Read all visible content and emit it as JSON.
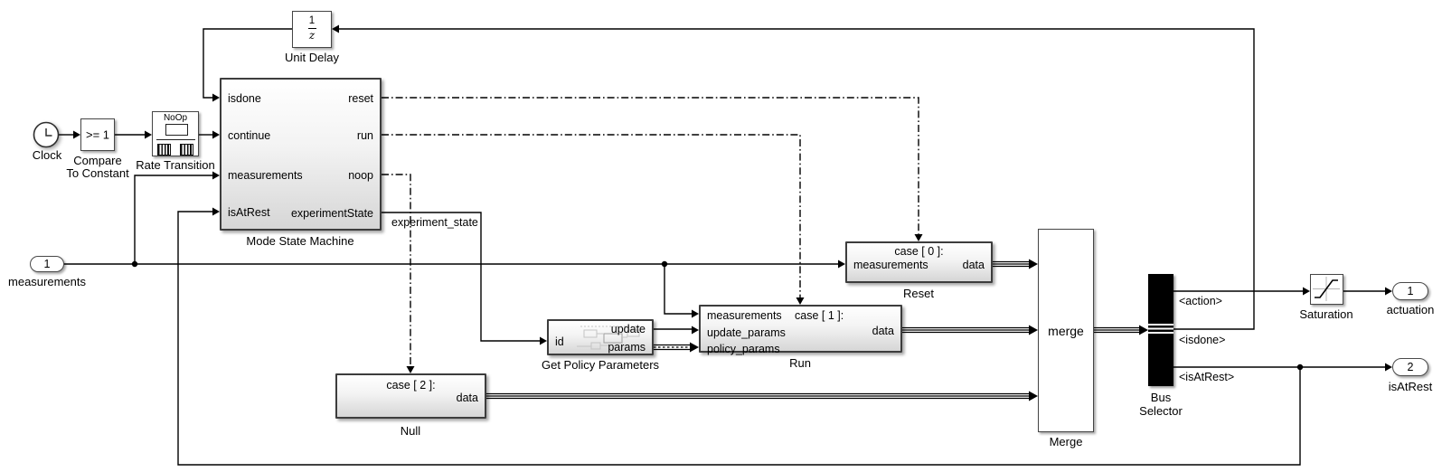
{
  "blocks": {
    "clock": {
      "label": "Clock"
    },
    "compare_to_constant": {
      "label_line1": "Compare",
      "label_line2": "To Constant",
      "operator": ">= 1"
    },
    "rate_transition": {
      "label": "Rate Transition",
      "mode": "NoOp"
    },
    "unit_delay": {
      "label": "Unit Delay",
      "numerator": "1",
      "denominator": "z"
    },
    "mode_state_machine": {
      "label": "Mode State Machine",
      "inputs": [
        "isdone",
        "continue",
        "measurements",
        "isAtRest"
      ],
      "outputs": [
        "reset",
        "run",
        "noop",
        "experimentState"
      ]
    },
    "reset_subsystem": {
      "label": "Reset",
      "case_label": "case [ 0 ]:",
      "input": "measurements",
      "output": "data"
    },
    "get_policy_parameters": {
      "label": "Get Policy Parameters",
      "input": "id",
      "output_update": "update",
      "output_params": "params"
    },
    "run_subsystem": {
      "label": "Run",
      "case_label": "case [ 1 ]:",
      "input_measurements": "measurements",
      "input_update_params": "update_params",
      "input_policy_params": "policy_params",
      "output": "data"
    },
    "null_subsystem": {
      "label": "Null",
      "case_label": "case [ 2 ]:",
      "output": "data"
    },
    "merge": {
      "label": "Merge",
      "text": "merge"
    },
    "bus_selector": {
      "label_line1": "Bus",
      "label_line2": "Selector",
      "outputs": [
        "<action>",
        "<isdone>",
        "<isAtRest>"
      ]
    },
    "saturation": {
      "label": "Saturation"
    }
  },
  "ports": {
    "measurements_in": {
      "number": "1",
      "label": "measurements"
    },
    "actuation_out": {
      "number": "1",
      "label": "actuation"
    },
    "isatrest_out": {
      "number": "2",
      "label": "isAtRest"
    }
  },
  "signal_labels": {
    "experiment_state": "experiment_state"
  },
  "colors": {
    "wire": "#000000",
    "block_border": "#3d3d3d",
    "canvas": "#ffffff",
    "bus_selector_fill": "#000000"
  }
}
